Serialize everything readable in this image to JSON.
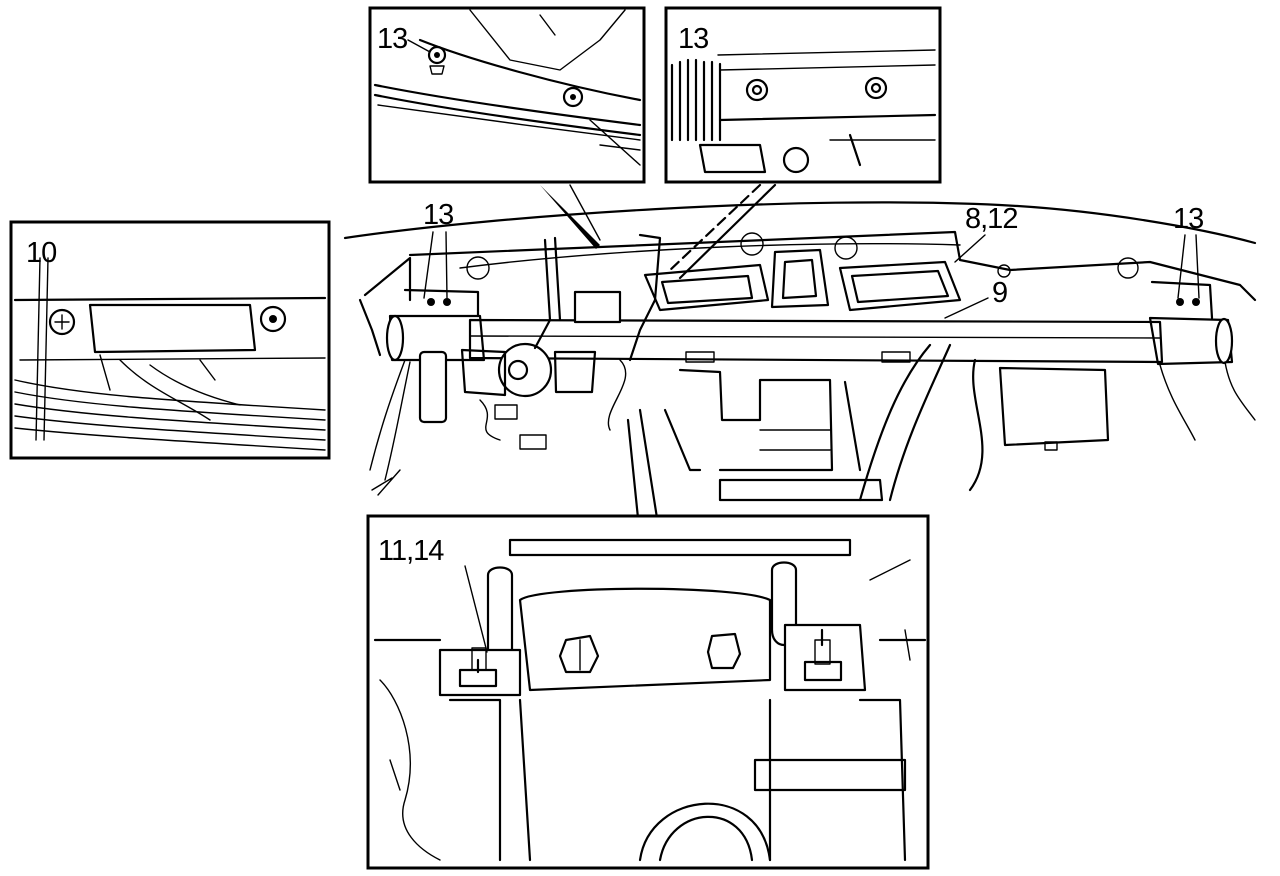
{
  "callouts": {
    "inset_top_left": "13",
    "inset_top_right": "13",
    "inset_left": "10",
    "inset_bottom": "11,14",
    "main_left_13": "13",
    "main_right_13": "13",
    "main_8_12": "8,12",
    "main_9": "9"
  },
  "colors": {
    "ink": "#000000",
    "paper": "#ffffff"
  },
  "icons": [
    "bolt-icon",
    "nut-icon",
    "screw-icon",
    "wire-harness-icon"
  ]
}
